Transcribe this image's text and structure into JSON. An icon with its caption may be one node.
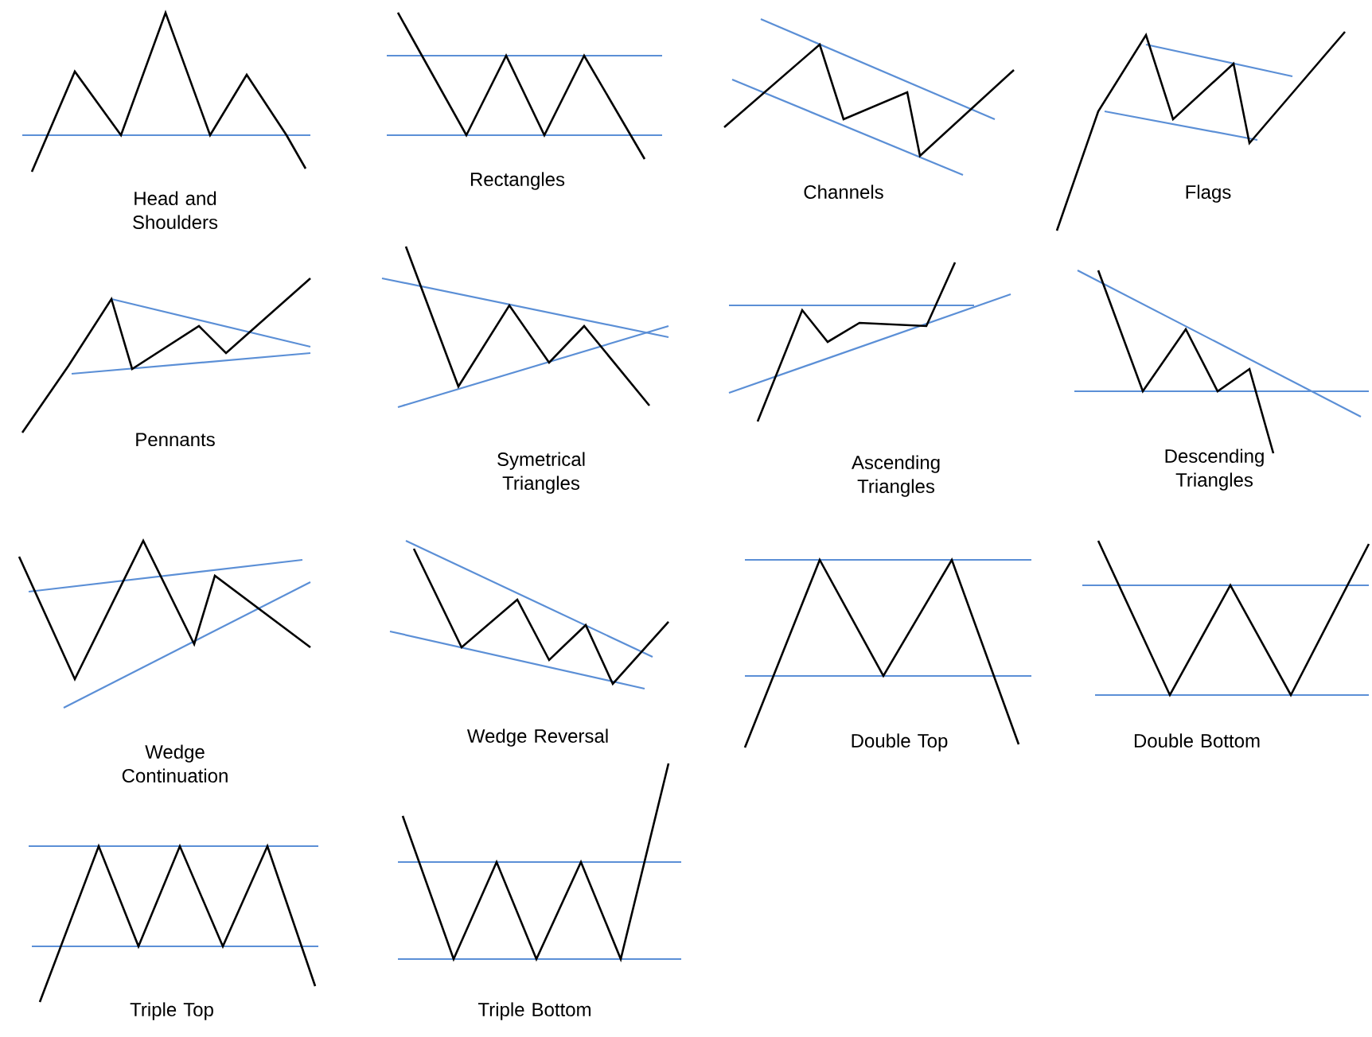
{
  "diagram": {
    "labels": [
      "Head and Shoulders",
      "Rectangles",
      "Channels",
      "Flags",
      "Pennants",
      "Symetrical Triangles",
      "Ascending Triangles",
      "Descending Triangles",
      "Wedge Continuation",
      "Wedge Reversal",
      "Double Top",
      "Double Bottom",
      "Triple Top",
      "Triple Bottom"
    ]
  }
}
